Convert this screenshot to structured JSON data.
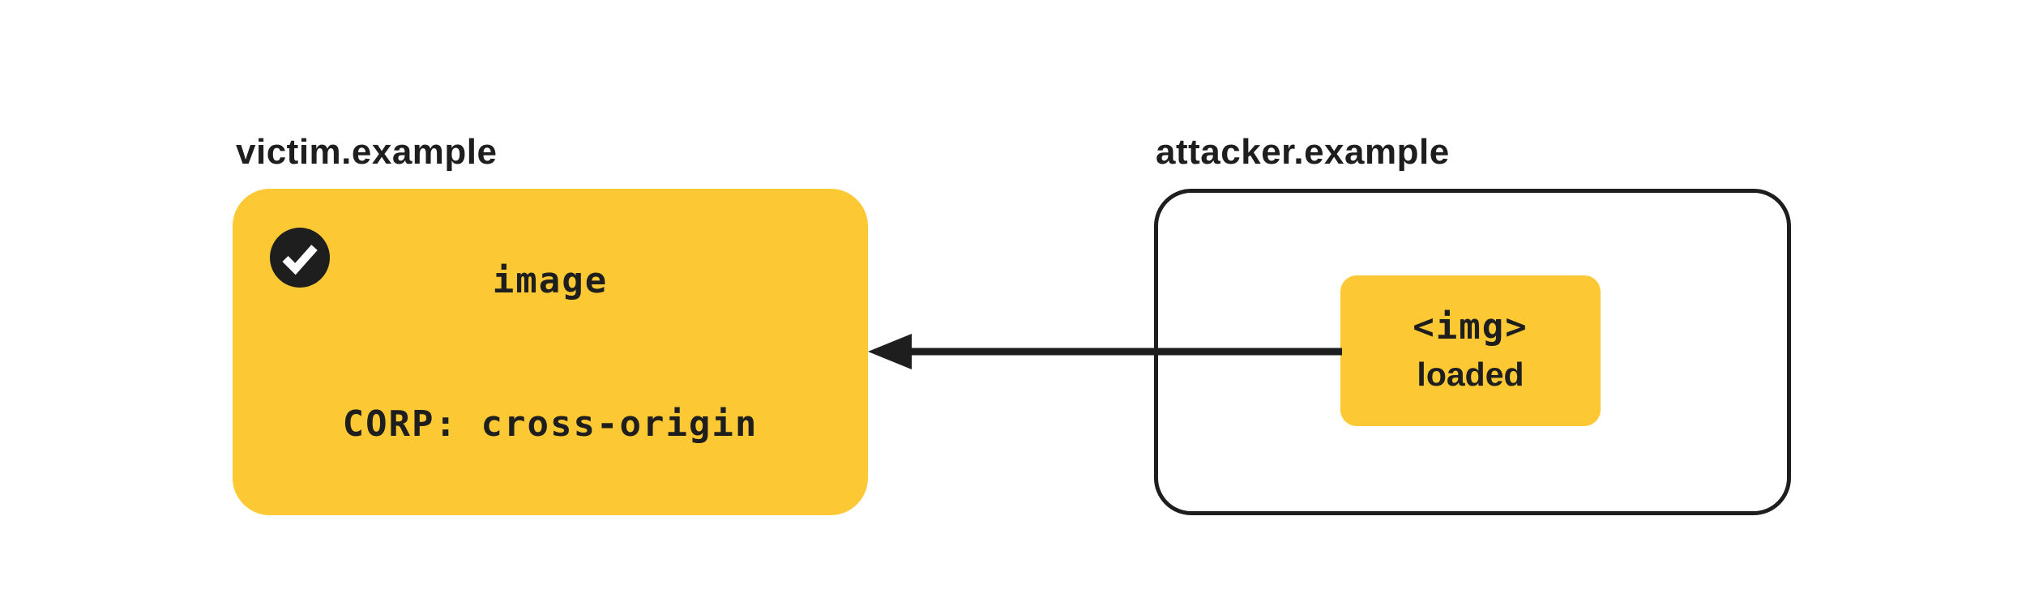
{
  "victim": {
    "label": "victim.example",
    "resource_line1": "image",
    "resource_line2": "CORP: cross-origin",
    "status": "allowed"
  },
  "attacker": {
    "label": "attacker.example",
    "embed_line1": "<img>",
    "embed_line2": "loaded"
  },
  "arrow": {
    "from": "attacker.example <img>",
    "to": "victim.example image",
    "direction": "right-to-left"
  },
  "icons": {
    "check": "check-icon"
  },
  "colors": {
    "yellow": "#fcc934",
    "dark": "#1e1e1e",
    "background": "#ffffff",
    "check_glyph": "#ffffff"
  }
}
